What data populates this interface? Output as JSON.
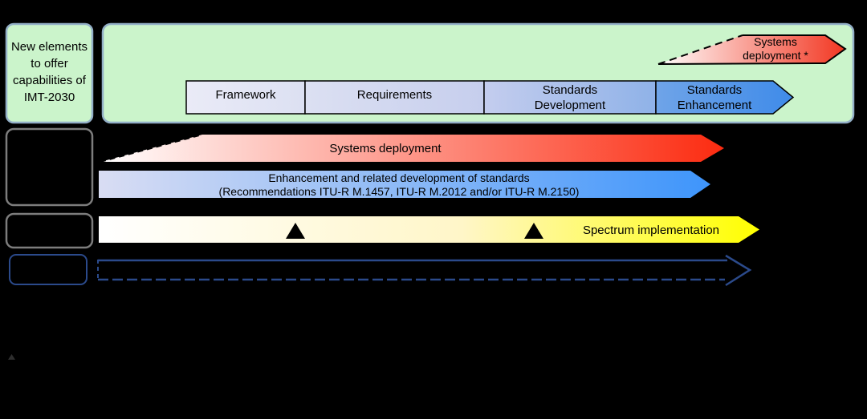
{
  "figure": {
    "left_panel": {
      "new_elements_label": "New elements to offer capabilities of IMT-2030"
    },
    "green_panel": {
      "systems_deployment_future_label": "Systems deployment *",
      "phases": {
        "framework": "Framework",
        "requirements": "Requirements",
        "standards_development": "Standards Development",
        "standards_enhancement": "Standards Enhancement"
      }
    },
    "timeline_arrows": {
      "systems_deployment_label": "Systems deployment",
      "standards_line1": "Enhancement and related development of standards",
      "standards_line2": "(Recommendations ITU-R M.1457, ITU-R M.2012 and/or ITU-R M.2150)",
      "spectrum_label": "Spectrum implementation"
    },
    "colors": {
      "panel_green": "#CBF4CB",
      "panel_border": "#93AFC7",
      "red_arrow_end": "#FC2B10",
      "blue_arrow_end": "#3E95FB",
      "yellow_arrow_end": "#FFFF00",
      "phase_bar_end": "#3F8BE9",
      "timeline_navy": "#2B4A8B",
      "background": "#000000"
    }
  }
}
